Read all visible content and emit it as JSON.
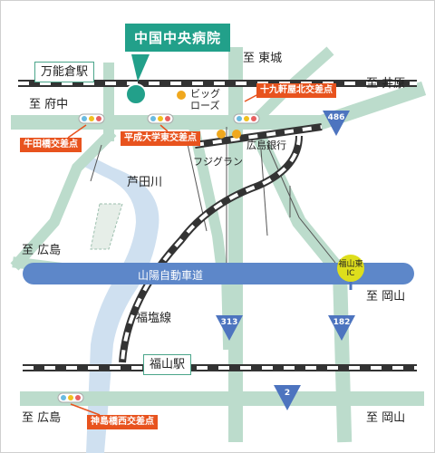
{
  "hospital_name": "中国中央病院",
  "stations": {
    "mannogura": "万能倉駅",
    "fukuyama": "福山駅"
  },
  "directions": {
    "to_higashijo": "至 東城",
    "to_ihara": "至 井原",
    "to_fuchu": "至 府中",
    "to_hiroshima_mid": "至 広島",
    "to_okayama_mid": "至 岡山",
    "to_hiroshima_bottom": "至 広島",
    "to_okayama_bottom": "至 岡山"
  },
  "intersections": {
    "jukkenya_kita": "十九軒屋北交差点",
    "ushitabashi": "牛田橋交差点",
    "heisei_daigaku_higashi": "平成大学東交差点",
    "kanshimabashi_nishi": "神島橋西交差点"
  },
  "landmarks": {
    "big_rose": "ビッグ\nローズ",
    "fujigran": "フジグラン",
    "hiroshima_bank": "広島銀行",
    "ashida_river": "芦田川",
    "fukuen_line": "福塩線"
  },
  "expressway": "山陽自動車道",
  "interchange": "福山東\nIC",
  "routes": {
    "r486": "486",
    "r313": "313",
    "r182": "182",
    "r2": "2"
  },
  "colors": {
    "road": "#bcdccc",
    "expressway": "#5d87c9",
    "river": "#cfe0f0",
    "hospital": "#22a08a",
    "tag": "#e8531e",
    "route_shield": "#4d74bf",
    "ic_marker": "#dede1c"
  }
}
